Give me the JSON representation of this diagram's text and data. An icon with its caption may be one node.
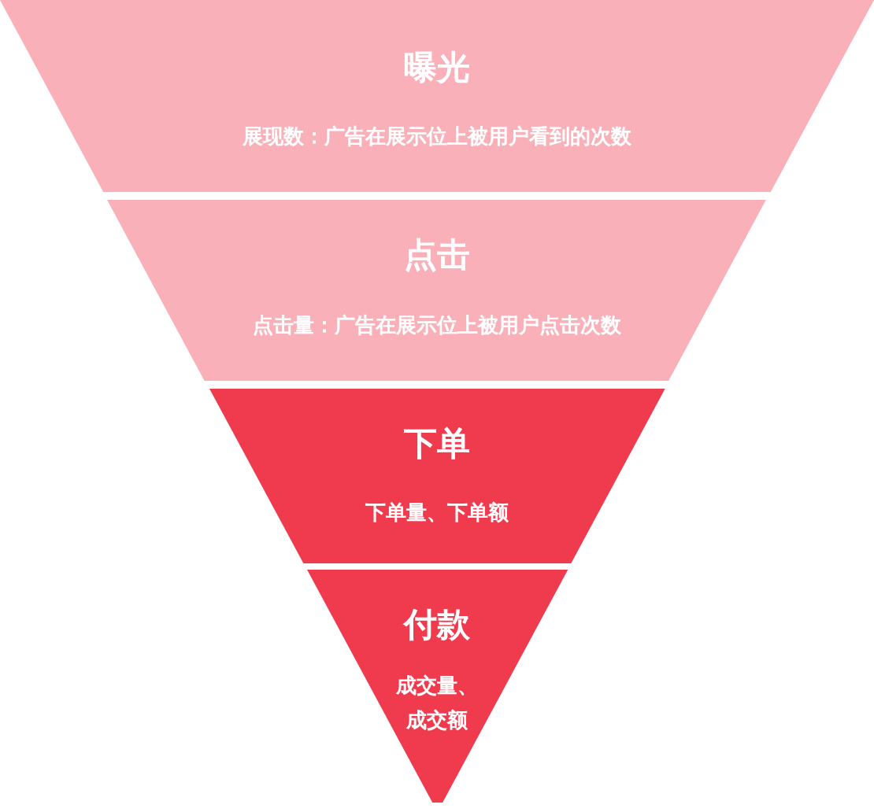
{
  "diagram": {
    "nodes": [
      {
        "text": [
          "曝光",
          "展现数：广告在展示位上被用户看到的次数"
        ]
      },
      {
        "text": [
          "点击",
          "点击量：广告在展示位上被用户点击次数"
        ]
      },
      {
        "text": [
          "下单",
          "下单量、下单额"
        ]
      },
      {
        "text": [
          "付款",
          "成交量、成交额"
        ]
      }
    ]
  }
}
